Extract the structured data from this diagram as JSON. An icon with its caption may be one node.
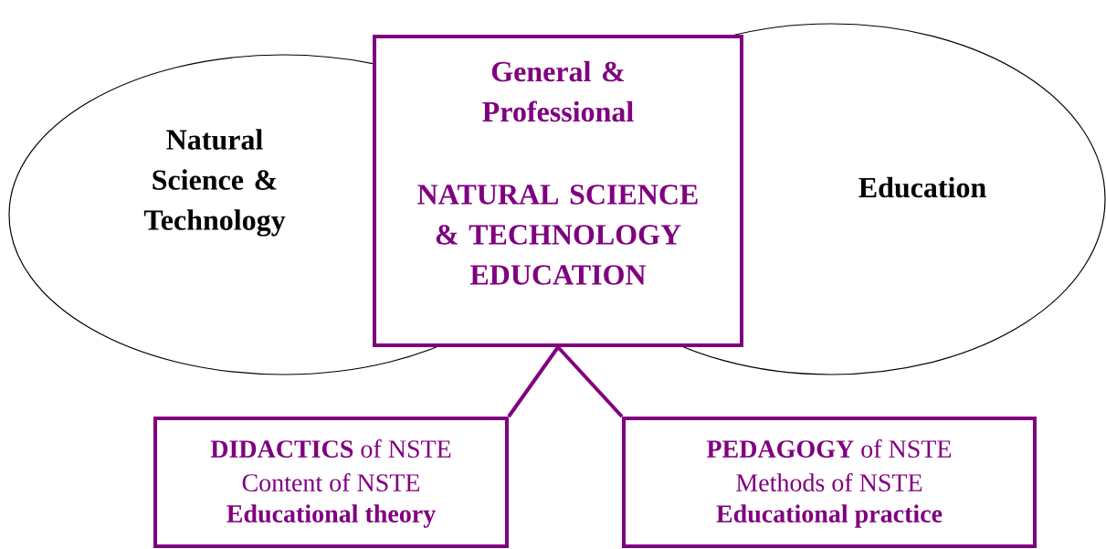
{
  "diagram": {
    "nodes": [
      {
        "text": [
          "Natural Science & Technology"
        ]
      },
      {
        "text": [
          "Education"
        ]
      },
      {
        "text": [
          "General & Professional",
          "NATURAL SCIENCE & TECHNOLOGY EDUCATION"
        ]
      },
      {
        "text": [
          "**DIDACTICS** of NSTE",
          "Content of NSTE",
          "Educational theory"
        ]
      },
      {
        "text": [
          "**PEDAGOGY** of NSTE",
          "Methods of NSTE",
          "Educational practice"
        ]
      }
    ],
    "edges": [
      {
        "from": 2,
        "to": 3,
        "arrow": "none"
      },
      {
        "from": 2,
        "to": 4,
        "arrow": "none"
      }
    ]
  }
}
